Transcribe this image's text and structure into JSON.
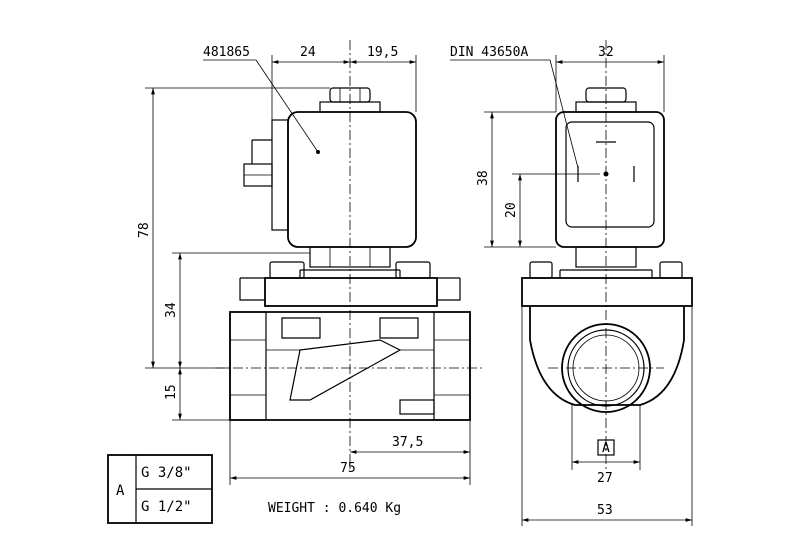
{
  "labels": {
    "part_number": "481865",
    "connector_standard": "DIN 43650A",
    "weight": "WEIGHT : 0.640 Kg",
    "section_marker": "A"
  },
  "dimensions": {
    "d24": "24",
    "d19_5": "19,5",
    "d32": "32",
    "d78": "78",
    "d34": "34",
    "d15": "15",
    "d38": "38",
    "d20": "20",
    "d37_5": "37,5",
    "d75": "75",
    "d27": "27",
    "d53": "53"
  },
  "thread_table": {
    "key": "A",
    "rows": [
      "G 3/8\"",
      "G 1/2\""
    ]
  }
}
